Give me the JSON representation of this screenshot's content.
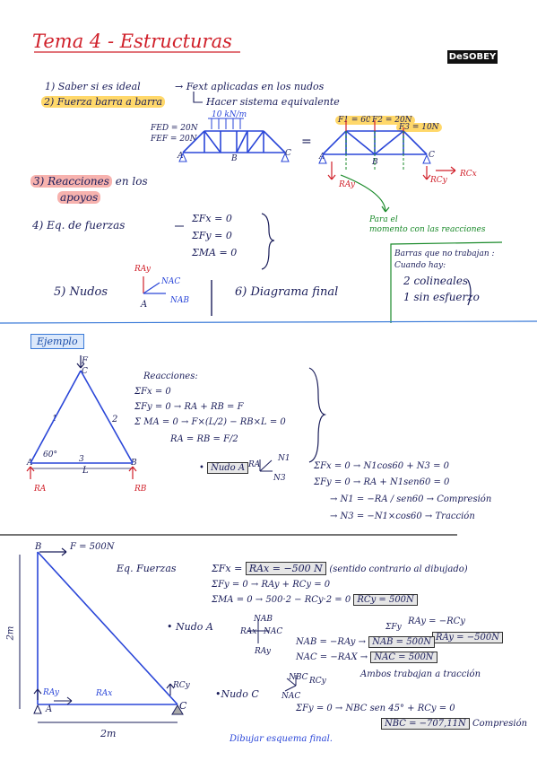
{
  "title": "Tema 4 - Estructuras",
  "logo": "DeSOBEY",
  "steps": {
    "s1": "1) Saber si es ideal",
    "s1_arrow": "→ Fext aplicadas en los nudos",
    "s1_sub": "Hacer sistema equivalente",
    "s2": "2) Fuerza barra a barra",
    "s3_a": "3) Reacciones",
    "s3_b": "en los",
    "s3_c": "apoyos",
    "s4": "4) Eq. de fuerzas",
    "s5": "5) Nudos",
    "s6": "6) Diagrama final"
  },
  "top_truss": {
    "load_label": "10 kN/m",
    "fed": "FED = 20N",
    "fef": "FEF = 20N",
    "eq_loads": [
      "F1 = 60N",
      "F2 = 20N",
      "F3 = 10N"
    ],
    "labels": [
      "A",
      "B",
      "C"
    ],
    "reactions": [
      "RAy",
      "RCy",
      "RCx"
    ],
    "moment_note_1": "Para el",
    "moment_note_2": "momento con las reacciones"
  },
  "equations_top": [
    "ΣFx = 0",
    "ΣFy = 0",
    "ΣMA = 0"
  ],
  "node_top": {
    "ray": "RAy",
    "nac": "NAC",
    "nab": "NAB",
    "a": "A"
  },
  "barras_box": {
    "l1": "Barras que no trabajan :",
    "l2": "Cuando hay:",
    "l3": "2 colineales",
    "l4": "1 sin esfuerzo"
  },
  "ejemplo": {
    "tag": "Ejemplo",
    "f": "F",
    "c": "C",
    "a": "A",
    "b": "B",
    "bar1": "1",
    "bar2": "2",
    "bar3": "3",
    "angle": "60°",
    "L": "L",
    "ra": "RA",
    "rb": "RB",
    "reacciones": "Reacciones:",
    "eq1": "ΣFx = 0",
    "eq2": "ΣFy = 0 → RA + RB = F",
    "eq3": "Σ MA = 0 → F×(L/2) − RB×L = 0",
    "eq4": "RA = RB = F/2",
    "nudo_a": "Nudo A",
    "nudo_labels": [
      "RA",
      "N1",
      "N3"
    ],
    "n_eq1": "ΣFx = 0 → N1cos60 + N3 = 0",
    "n_eq2": "ΣFy = 0 → RA + N1sen60 = 0",
    "n_eq3": "→ N1 = −RA / sen60 → Compresión",
    "n_eq4": "→ N3 = −N1×cos60 → Tracción"
  },
  "example2": {
    "b": "B",
    "f": "F = 500N",
    "a": "A",
    "c": "C",
    "ray": "RAy",
    "rax": "RAx",
    "rcy": "RCy",
    "dim_v": "2m",
    "dim_h": "2m",
    "eq_label": "Eq. Fuerzas",
    "eq1_l": "ΣFx =",
    "eq1_box": "RAx = −500 N",
    "eq1_note": "(sentido contrario al dibujado)",
    "eq2": "ΣFy = 0 → RAy + RCy = 0",
    "eq3": "ΣMA = 0 → 500·2 − RCy·2 = 0",
    "eq3_box": "RCy = 500N",
    "eq4": "RAy = −RCy",
    "eq4_sub": "ΣFy",
    "eq5_box": "RAy = −500N",
    "nudo_a": "• Nudo A",
    "nudo_a_labels": [
      "NAB",
      "RAx",
      "NAC",
      "RAy"
    ],
    "nab": "NAB = −RAy →",
    "nab_box": "NAB = 500N",
    "nac": "NAC = −RAX →",
    "nac_box": "NAC = 500N",
    "ambos": "Ambos trabajan a tracción",
    "nudo_c": "•Nudo C",
    "nudo_c_labels": [
      "NBC",
      "RCy",
      "NAC"
    ],
    "c_eq": "ΣFy = 0 → NBC sen 45° + RCy = 0",
    "c_box": "NBC = −707,11N",
    "c_note": "Compresión",
    "dibujar": "Dibujar esquema final."
  }
}
